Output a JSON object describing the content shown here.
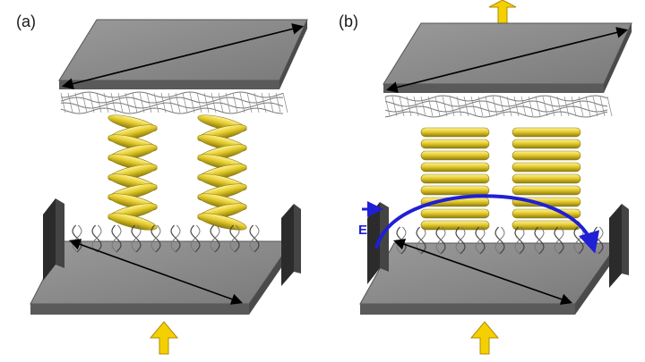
{
  "figure": {
    "panels": [
      {
        "label": "(a)"
      },
      {
        "label": "(b)"
      }
    ],
    "field_label": "E",
    "colors": {
      "plate_top": "#8c8c8c",
      "plate_side": "#5a5a5a",
      "electrode": "#2b2b2b",
      "rod_yellow": "#e6cc2a",
      "rod_shadow": "#8a7a10",
      "field_arrow": "#1f1fd6",
      "light_arrow": "#f5d000",
      "polarizer_arrow": "#000000"
    },
    "icons": [
      "light-direction-arrow",
      "polarizer-axis-arrow",
      "electric-field-arrow",
      "helix-molecule",
      "liquid-crystal-rod"
    ]
  }
}
